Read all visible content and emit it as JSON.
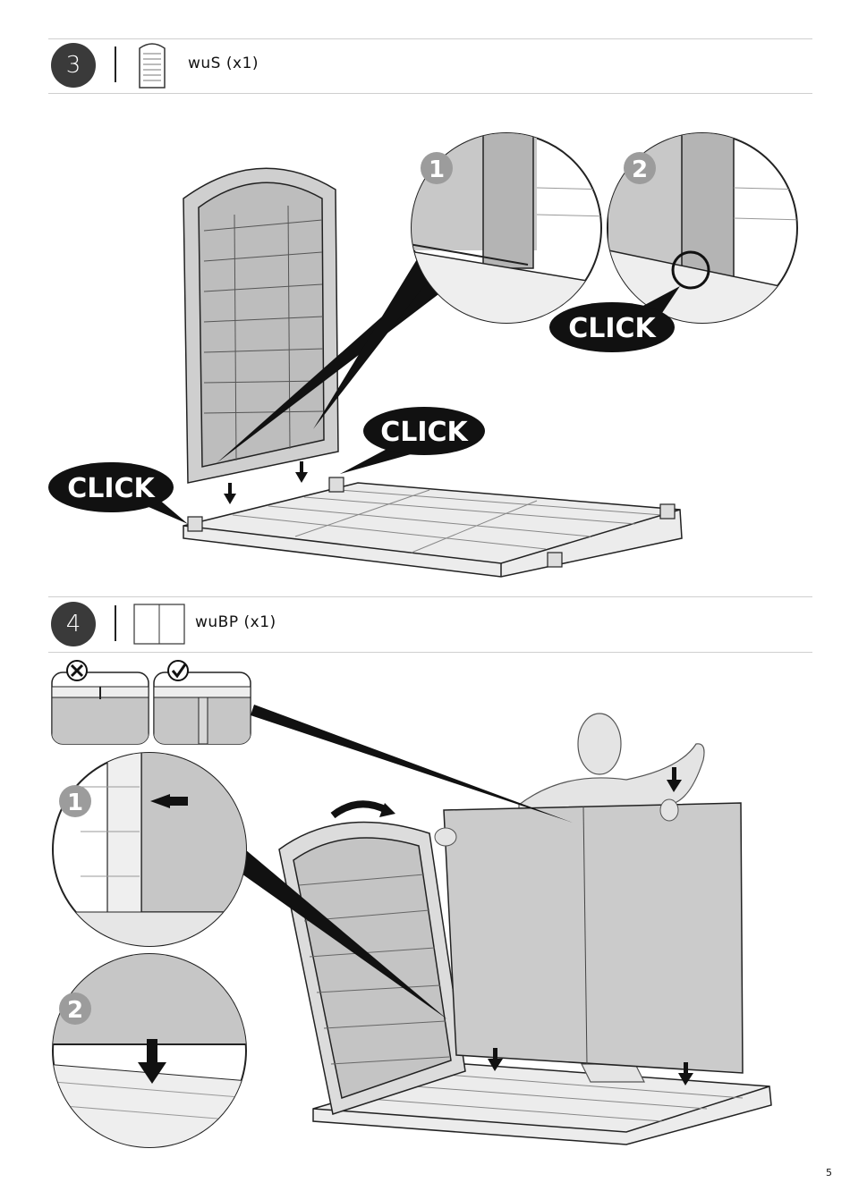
{
  "steps": [
    {
      "number": "3",
      "part": "wuS (x1)"
    },
    {
      "number": "4",
      "part": "wuBP (x1)"
    }
  ],
  "callouts": {
    "click": "CLICK",
    "detail_1": "1",
    "detail_2": "2"
  },
  "status_icons": {
    "wrong": "cross-icon",
    "right": "check-icon"
  },
  "page_number": "5"
}
